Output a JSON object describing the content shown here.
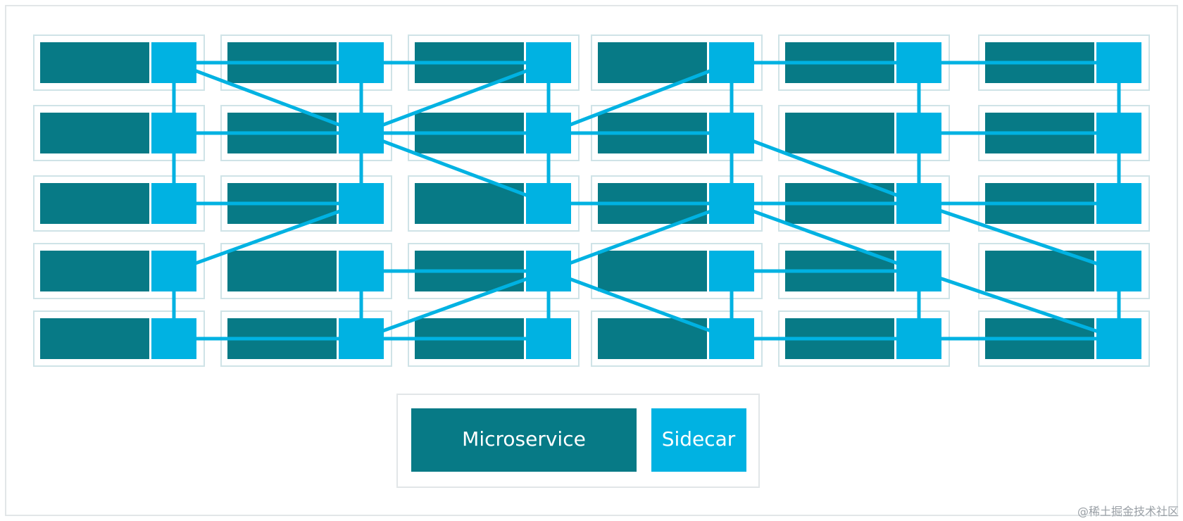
{
  "colors": {
    "microservice": "#077a86",
    "sidecar": "#00b2e2",
    "link": "#00b2e2",
    "pod_border": "#cfe3e7",
    "frame_border": "#e2e6e8",
    "background": "#ffffff",
    "label_text": "#ffffff",
    "watermark_text": "#9aa0a6"
  },
  "legend": {
    "microservice_label": "Microservice",
    "sidecar_label": "Sidecar"
  },
  "watermark": "@稀土掘金技术社区",
  "mesh": {
    "columns": 6,
    "rows": 5,
    "links": [
      [
        [
          0,
          0
        ],
        [
          1,
          0
        ]
      ],
      [
        [
          1,
          0
        ],
        [
          2,
          0
        ]
      ],
      [
        [
          3,
          0
        ],
        [
          4,
          0
        ]
      ],
      [
        [
          4,
          0
        ],
        [
          5,
          0
        ]
      ],
      [
        [
          0,
          1
        ],
        [
          1,
          1
        ]
      ],
      [
        [
          1,
          1
        ],
        [
          2,
          1
        ]
      ],
      [
        [
          2,
          1
        ],
        [
          3,
          1
        ]
      ],
      [
        [
          4,
          1
        ],
        [
          5,
          1
        ]
      ],
      [
        [
          0,
          2
        ],
        [
          1,
          2
        ]
      ],
      [
        [
          2,
          2
        ],
        [
          3,
          2
        ]
      ],
      [
        [
          3,
          2
        ],
        [
          4,
          2
        ]
      ],
      [
        [
          4,
          2
        ],
        [
          5,
          2
        ]
      ],
      [
        [
          1,
          3
        ],
        [
          2,
          3
        ]
      ],
      [
        [
          3,
          3
        ],
        [
          4,
          3
        ]
      ],
      [
        [
          0,
          4
        ],
        [
          1,
          4
        ]
      ],
      [
        [
          1,
          4
        ],
        [
          2,
          4
        ]
      ],
      [
        [
          3,
          4
        ],
        [
          4,
          4
        ]
      ],
      [
        [
          4,
          4
        ],
        [
          5,
          4
        ]
      ],
      [
        [
          0,
          0
        ],
        [
          0,
          1
        ]
      ],
      [
        [
          0,
          1
        ],
        [
          0,
          2
        ]
      ],
      [
        [
          0,
          3
        ],
        [
          0,
          4
        ]
      ],
      [
        [
          1,
          0
        ],
        [
          1,
          1
        ]
      ],
      [
        [
          1,
          1
        ],
        [
          1,
          2
        ]
      ],
      [
        [
          1,
          3
        ],
        [
          1,
          4
        ]
      ],
      [
        [
          2,
          0
        ],
        [
          2,
          1
        ]
      ],
      [
        [
          2,
          1
        ],
        [
          2,
          2
        ]
      ],
      [
        [
          2,
          3
        ],
        [
          2,
          4
        ]
      ],
      [
        [
          3,
          0
        ],
        [
          3,
          1
        ]
      ],
      [
        [
          3,
          1
        ],
        [
          3,
          2
        ]
      ],
      [
        [
          3,
          3
        ],
        [
          3,
          4
        ]
      ],
      [
        [
          4,
          0
        ],
        [
          4,
          1
        ]
      ],
      [
        [
          4,
          1
        ],
        [
          4,
          2
        ]
      ],
      [
        [
          4,
          3
        ],
        [
          4,
          4
        ]
      ],
      [
        [
          5,
          0
        ],
        [
          5,
          1
        ]
      ],
      [
        [
          5,
          1
        ],
        [
          5,
          2
        ]
      ],
      [
        [
          5,
          3
        ],
        [
          5,
          4
        ]
      ],
      [
        [
          0,
          0
        ],
        [
          1,
          1
        ]
      ],
      [
        [
          2,
          0
        ],
        [
          1,
          1
        ]
      ],
      [
        [
          1,
          1
        ],
        [
          2,
          2
        ]
      ],
      [
        [
          2,
          1
        ],
        [
          3,
          0
        ]
      ],
      [
        [
          3,
          1
        ],
        [
          4,
          2
        ]
      ],
      [
        [
          4,
          2
        ],
        [
          5,
          3
        ]
      ],
      [
        [
          1,
          2
        ],
        [
          0,
          3
        ]
      ],
      [
        [
          3,
          2
        ],
        [
          2,
          3
        ]
      ],
      [
        [
          3,
          2
        ],
        [
          4,
          3
        ]
      ],
      [
        [
          2,
          3
        ],
        [
          3,
          4
        ]
      ],
      [
        [
          2,
          3
        ],
        [
          1,
          4
        ]
      ],
      [
        [
          4,
          3
        ],
        [
          5,
          4
        ]
      ]
    ]
  }
}
